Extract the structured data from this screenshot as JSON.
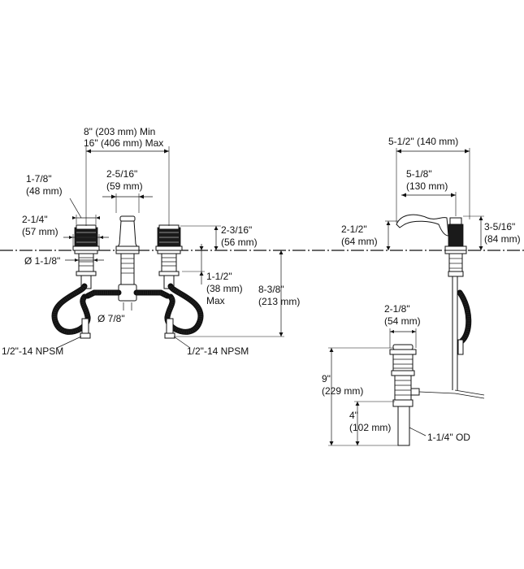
{
  "labels": {
    "spread_min": "8\" (203 mm) Min",
    "spread_max": "16\" (406 mm) Max",
    "handle_dia_in": "1-7/8\"",
    "handle_dia_mm": "(48 mm)",
    "spout_width_in": "2-5/16\"",
    "spout_width_mm": "(59 mm)",
    "escutcheon_in": "2-1/4\"",
    "escutcheon_mm": "(57 mm)",
    "handle_height_in": "2-3/16\"",
    "handle_height_mm": "(56 mm)",
    "hole_dia": "Ø 1-1/8\"",
    "shank_max_in": "1-1/2\"",
    "shank_max_mm": "(38 mm)",
    "shank_max_word": "Max",
    "total_depth_in": "8-3/8\"",
    "total_depth_mm": "(213 mm)",
    "spout_hole_dia": "Ø 7/8\"",
    "npsm_left": "1/2\"-14 NPSM",
    "npsm_right": "1/2\"-14 NPSM",
    "reach_in": "5-1/2\" (140 mm)",
    "inner_reach_in": "5-1/8\"",
    "inner_reach_mm": "(130 mm)",
    "spout_height_in": "2-1/2\"",
    "spout_height_mm": "(64 mm)",
    "side_handle_height_in": "3-5/16\"",
    "side_handle_height_mm": "(84 mm)",
    "drain_dia_in": "2-1/8\"",
    "drain_dia_mm": "(54 mm)",
    "drain_length_in": "9\"",
    "drain_length_mm": "(229 mm)",
    "tailpiece_in": "4\"",
    "tailpiece_mm": "(102 mm)",
    "tailpiece_od": "1-1/4\" OD"
  }
}
